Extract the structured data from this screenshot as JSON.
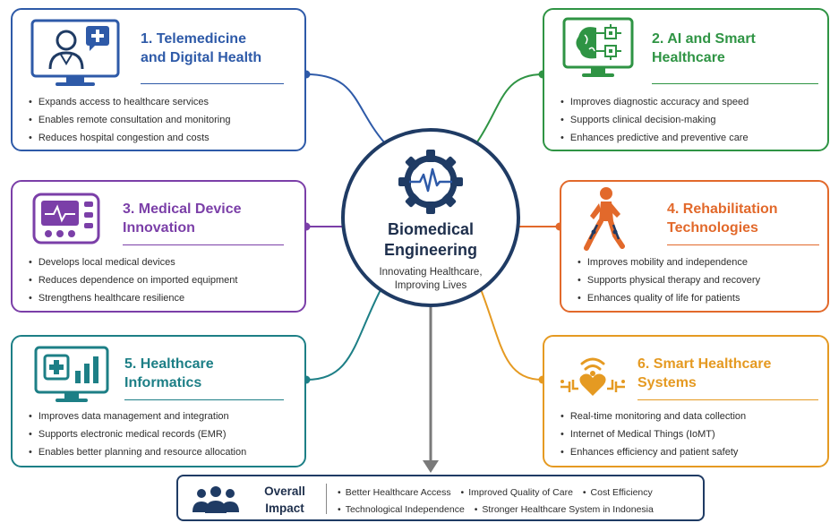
{
  "center": {
    "title": "Biomedical\nEngineering",
    "subtitle": "Innovating Healthcare,\nImproving Lives"
  },
  "cards": [
    {
      "title": "1. Telemedicine\nand Digital Health",
      "color": "#2e5aa8",
      "icon": "telemedicine-monitor-icon",
      "bullets": [
        "Expands access to healthcare services",
        "Enables remote consultation and monitoring",
        "Reduces hospital congestion and costs"
      ]
    },
    {
      "title": "2. AI and Smart\nHealthcare",
      "color": "#2f9444",
      "icon": "ai-brain-chip-icon",
      "bullets": [
        "Improves diagnostic accuracy and speed",
        "Supports clinical decision-making",
        "Enhances predictive and preventive care"
      ]
    },
    {
      "title": "3. Medical Device\nInnovation",
      "color": "#7b3fa8",
      "icon": "medical-device-monitor-icon",
      "bullets": [
        "Develops local medical devices",
        "Reduces dependence on imported equipment",
        "Strengthens healthcare resilience"
      ]
    },
    {
      "title": "4. Rehabilitation\nTechnologies",
      "color": "#e2692b",
      "icon": "exoskeleton-walking-icon",
      "bullets": [
        "Improves mobility and independence",
        "Supports physical therapy and recovery",
        "Enhances quality of life for patients"
      ]
    },
    {
      "title": "5. Healthcare\nInformatics",
      "color": "#1d7f86",
      "icon": "health-data-chart-icon",
      "bullets": [
        "Improves data management and integration",
        "Supports electronic medical records (EMR)",
        "Enables better planning and resource allocation"
      ]
    },
    {
      "title": "6. Smart Healthcare\nSystems",
      "color": "#e59a22",
      "icon": "iomt-heart-wifi-icon",
      "bullets": [
        "Real-time monitoring and data collection",
        "Internet of Medical Things (IoMT)",
        "Enhances efficiency and patient safety"
      ]
    }
  ],
  "impact": {
    "label": "Overall\nImpact",
    "icon": "people-group-icon",
    "row1": [
      "Better Healthcare Access",
      "Improved Quality of Care",
      "Cost Efficiency"
    ],
    "row2": [
      "Technological Independence",
      "Stronger Healthcare System in Indonesia"
    ]
  },
  "colors": {
    "navy": "#1f3b64",
    "arrow": "#7a7a7a"
  }
}
